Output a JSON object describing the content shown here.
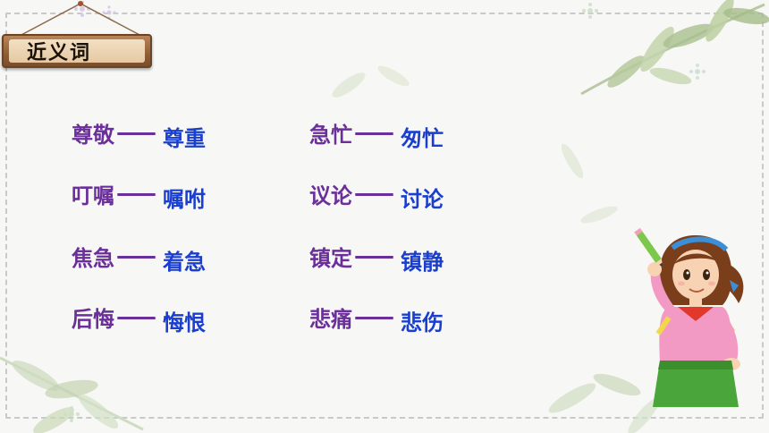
{
  "title": "近义词",
  "left_column": [
    {
      "word": "尊敬",
      "dash": "——",
      "synonym": "尊重"
    },
    {
      "word": "叮嘱",
      "dash": "——",
      "synonym": "嘱咐"
    },
    {
      "word": "焦急",
      "dash": "——",
      "synonym": "着急"
    },
    {
      "word": "后悔",
      "dash": "——",
      "synonym": "悔恨"
    }
  ],
  "right_column": [
    {
      "word": "急忙",
      "dash": "——",
      "synonym": "匆忙"
    },
    {
      "word": "议论",
      "dash": "——",
      "synonym": "讨论"
    },
    {
      "word": "镇定",
      "dash": "——",
      "synonym": "镇静"
    },
    {
      "word": "悲痛",
      "dash": "——",
      "synonym": "悲伤"
    }
  ],
  "colors": {
    "word": "#6b2f9a",
    "synonym": "#1a3fcf",
    "background": "#f7f7f5"
  },
  "icons": [
    "leaf-branch-icon",
    "flower-sparkle-icon",
    "girl-with-pencil-illustration"
  ]
}
